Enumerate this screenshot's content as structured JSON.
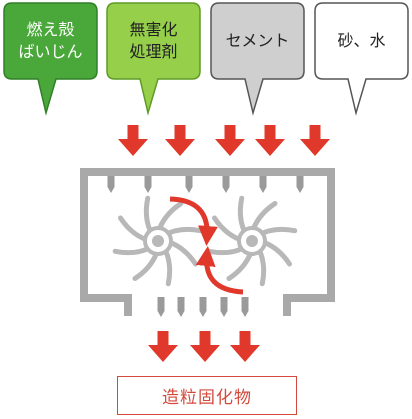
{
  "inputs": [
    {
      "lines": [
        "燃え殻",
        "ばいじん"
      ],
      "fill": "#4aa83a",
      "stroke": "#2f7f27",
      "text_color": "#ffffff"
    },
    {
      "lines": [
        "無害化",
        "処理剤"
      ],
      "fill": "#96d04a",
      "stroke": "#5f9a26",
      "text_color": "#222222"
    },
    {
      "lines": [
        "セメント"
      ],
      "fill": "#cfcfcf",
      "stroke": "#555555",
      "text_color": "#222222"
    },
    {
      "lines": [
        "砂、水"
      ],
      "fill": "#ffffff",
      "stroke": "#555555",
      "text_color": "#222222"
    }
  ],
  "product_label": "造粒固化物",
  "colors": {
    "arrow_red": "#e0392b",
    "machine_gray": "#a9a9a9",
    "nozzle_gray": "#9a9a9a",
    "rotor_gray": "#b8b8b8",
    "product_border": "#d34a3c"
  },
  "icons": [
    "rotor-icon",
    "down-arrow-icon",
    "rotation-arrow-icon",
    "nozzle-icon"
  ]
}
